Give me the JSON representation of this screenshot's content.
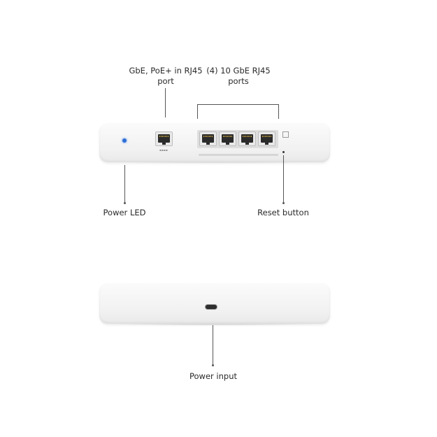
{
  "callouts": {
    "uplink_port": {
      "line1": "GbE, PoE+ in RJ45",
      "line2": "port"
    },
    "ports": {
      "line1": "(4) 10 GbE RJ45",
      "line2": "ports"
    },
    "power_led": "Power LED",
    "reset_button": "Reset button",
    "power_input": "Power input"
  },
  "colors": {
    "led": "#2f6fd6",
    "device_body": "#f6f6f6",
    "port_hole": "#2b2b2b"
  }
}
